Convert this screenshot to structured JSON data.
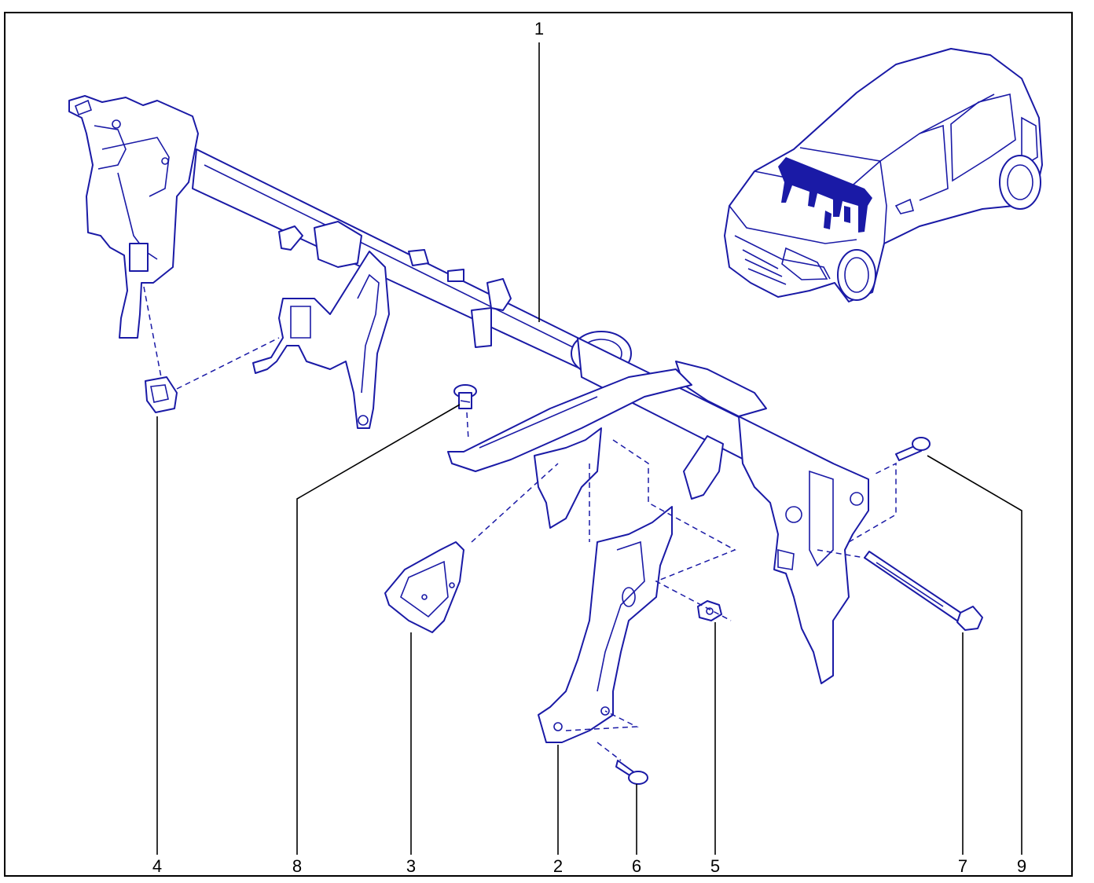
{
  "diagram": {
    "line_color": "#1a1aa6",
    "background": "#ffffff",
    "callouts": [
      {
        "id": "1",
        "label": "1"
      },
      {
        "id": "2",
        "label": "2"
      },
      {
        "id": "3",
        "label": "3"
      },
      {
        "id": "4",
        "label": "4"
      },
      {
        "id": "5",
        "label": "5"
      },
      {
        "id": "6",
        "label": "6"
      },
      {
        "id": "7",
        "label": "7"
      },
      {
        "id": "8",
        "label": "8"
      },
      {
        "id": "9",
        "label": "9"
      }
    ]
  }
}
